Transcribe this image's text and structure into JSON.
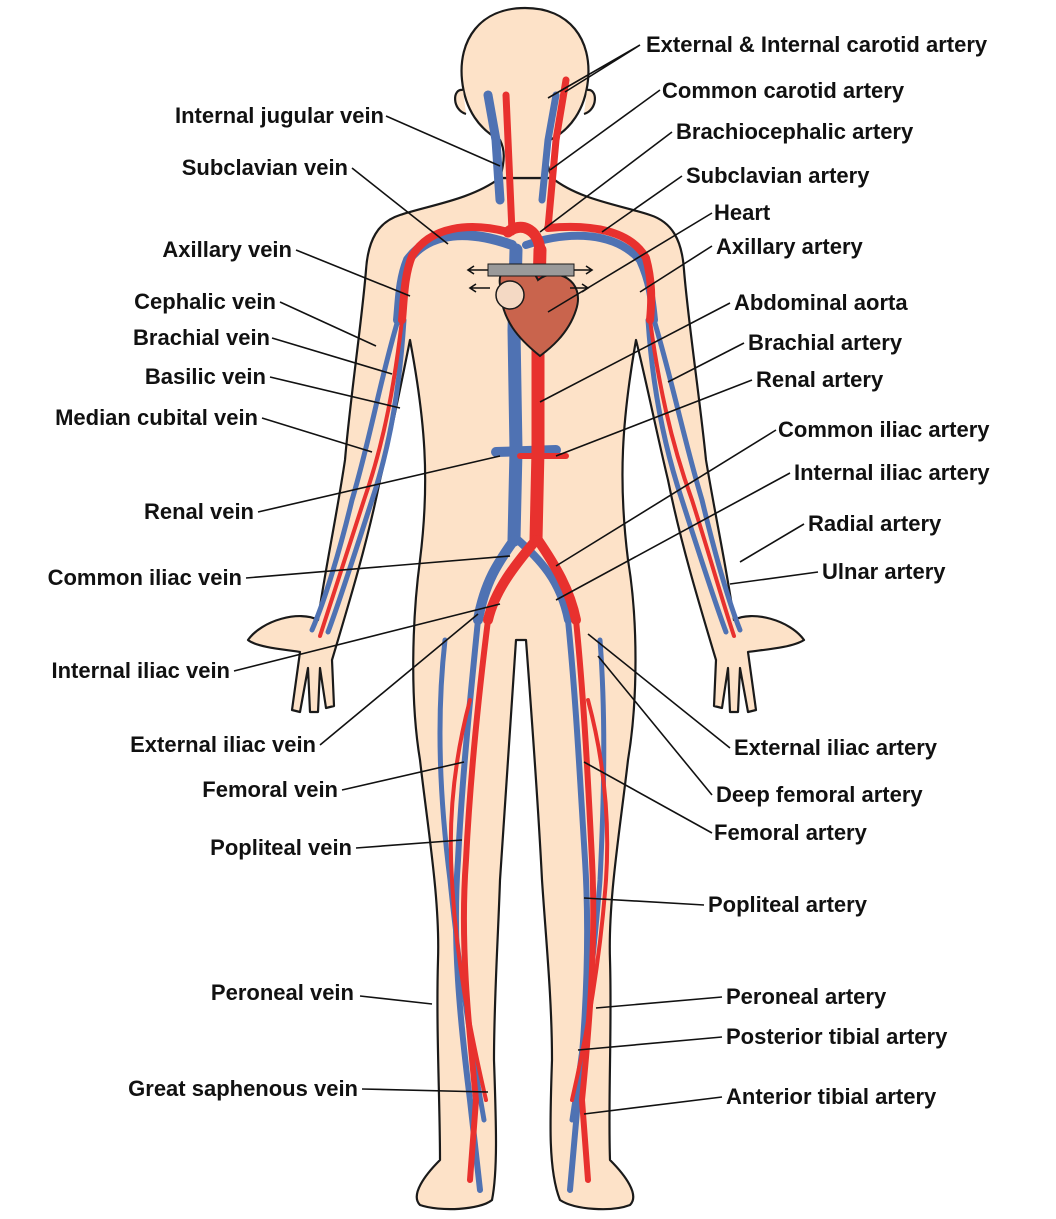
{
  "colors": {
    "skin": "#fde2c8",
    "artery": "#e8312e",
    "vein": "#4f72b3",
    "heart": "#c9644d",
    "outline": "#1a1a1a"
  },
  "labels": {
    "ext_int_carotid": "External & Internal carotid artery",
    "common_carotid": "Common carotid artery",
    "brachiocephalic": "Brachiocephalic artery",
    "subclavian_artery": "Subclavian artery",
    "heart": "Heart",
    "axillary_artery": "Axillary artery",
    "abdominal_aorta": "Abdominal aorta",
    "brachial_artery": "Brachial artery",
    "renal_artery": "Renal artery",
    "common_iliac_artery": "Common iliac artery",
    "internal_iliac_artery": "Internal iliac artery",
    "radial_artery": "Radial artery",
    "ulnar_artery": "Ulnar artery",
    "external_iliac_artery": "External iliac artery",
    "deep_femoral_artery": "Deep femoral artery",
    "femoral_artery": "Femoral artery",
    "popliteal_artery": "Popliteal artery",
    "peroneal_artery": "Peroneal artery",
    "posterior_tibial_artery": "Posterior tibial artery",
    "anterior_tibial_artery": "Anterior tibial artery",
    "internal_jugular_vein": "Internal jugular vein",
    "subclavian_vein": "Subclavian vein",
    "axillary_vein": "Axillary vein",
    "cephalic_vein": "Cephalic vein",
    "brachial_vein": "Brachial vein",
    "basilic_vein": "Basilic vein",
    "median_cubital_vein": "Median cubital vein",
    "renal_vein": "Renal vein",
    "common_iliac_vein": "Common iliac vein",
    "internal_iliac_vein": "Internal iliac vein",
    "external_iliac_vein": "External iliac vein",
    "femoral_vein": "Femoral vein",
    "popliteal_vein": "Popliteal vein",
    "peroneal_vein": "Peroneal vein",
    "great_saphenous_vein": "Great saphenous vein"
  }
}
